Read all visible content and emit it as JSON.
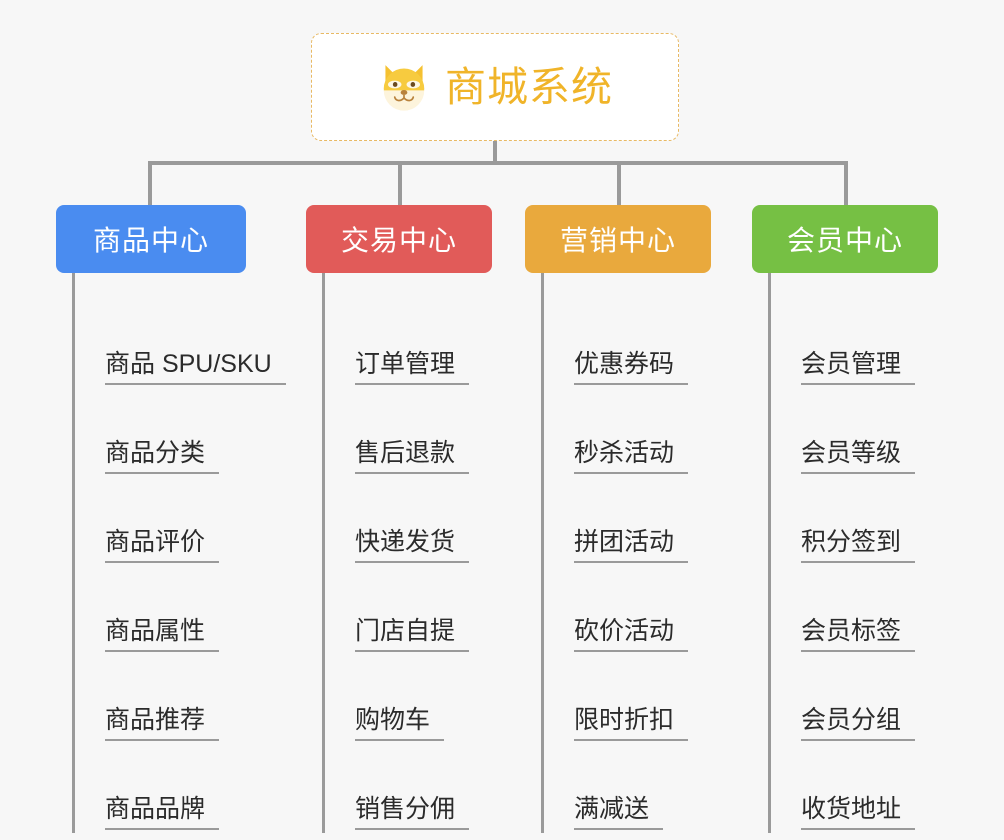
{
  "diagram": {
    "title": "商城系统",
    "root": {
      "label": "商城系统",
      "icon": "shiba-dog-face-icon",
      "text_color": "#f0b429",
      "border_color": "#e8b964",
      "background": "#ffffff"
    },
    "background_color": "#f7f7f7",
    "connector_color": "#9a9a9a",
    "branches": [
      {
        "label": "商品中心",
        "color": "#4a8cf0",
        "items": [
          "商品 SPU/SKU",
          "商品分类",
          "商品评价",
          "商品属性",
          "商品推荐",
          "商品品牌"
        ]
      },
      {
        "label": "交易中心",
        "color": "#e15b59",
        "items": [
          "订单管理",
          "售后退款",
          "快递发货",
          "门店自提",
          "购物车",
          "销售分佣"
        ]
      },
      {
        "label": "营销中心",
        "color": "#e9a93d",
        "items": [
          "优惠券码",
          "秒杀活动",
          "拼团活动",
          "砍价活动",
          "限时折扣",
          "满减送"
        ]
      },
      {
        "label": "会员中心",
        "color": "#76c044",
        "items": [
          "会员管理",
          "会员等级",
          "积分签到",
          "会员标签",
          "会员分组",
          "收货地址"
        ]
      }
    ]
  }
}
